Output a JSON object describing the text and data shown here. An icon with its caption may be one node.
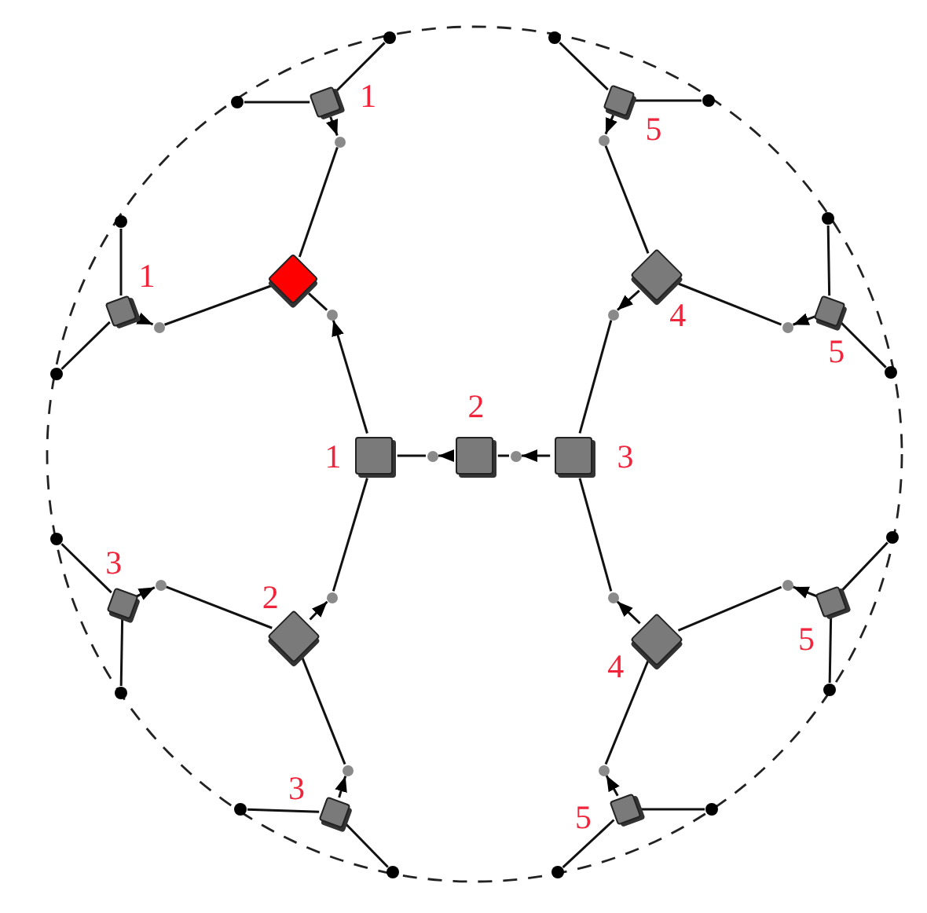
{
  "diagram": {
    "nodes": [
      {
        "text": [],
        "shape": "box",
        "beside": [
          "1"
        ]
      },
      {
        "text": [],
        "shape": "box",
        "beside": [
          "5"
        ]
      },
      {
        "text": [],
        "shape": "box",
        "beside": [
          "1"
        ]
      },
      {
        "text": [],
        "shape": "diamond"
      },
      {
        "text": [],
        "shape": "diamond",
        "beside": [
          "4"
        ]
      },
      {
        "text": [],
        "shape": "box",
        "beside": [
          "5"
        ]
      },
      {
        "text": [],
        "shape": "box",
        "beside": [
          "1"
        ]
      },
      {
        "text": [],
        "shape": "box",
        "beside": [
          "2"
        ]
      },
      {
        "text": [],
        "shape": "box",
        "beside": [
          "3"
        ]
      },
      {
        "text": [],
        "shape": "box",
        "beside": [
          "3"
        ]
      },
      {
        "text": [],
        "shape": "diamond",
        "beside": [
          "2"
        ]
      },
      {
        "text": [],
        "shape": "diamond",
        "beside": [
          "4"
        ]
      },
      {
        "text": [],
        "shape": "box",
        "beside": [
          "5"
        ]
      },
      {
        "text": [],
        "shape": "box",
        "beside": [
          "3"
        ]
      },
      {
        "text": [],
        "shape": "box",
        "beside": [
          "5"
        ]
      },
      {
        "text": [],
        "shape": "circle"
      },
      {
        "text": [],
        "shape": "circle"
      },
      {
        "text": [],
        "shape": "circle"
      },
      {
        "text": [],
        "shape": "circle"
      },
      {
        "text": [],
        "shape": "circle"
      },
      {
        "text": [],
        "shape": "circle"
      },
      {
        "text": [],
        "shape": "circle"
      },
      {
        "text": [],
        "shape": "circle"
      },
      {
        "text": [],
        "shape": "circle"
      },
      {
        "text": [],
        "shape": "circle"
      },
      {
        "text": [],
        "shape": "circle"
      },
      {
        "text": [],
        "shape": "circle"
      },
      {
        "text": [],
        "shape": "circle"
      },
      {
        "text": [],
        "shape": "circle"
      },
      {
        "text": [],
        "shape": "circle"
      },
      {
        "text": [],
        "shape": "circle"
      },
      {
        "text": [],
        "shape": "circle"
      },
      {
        "text": [],
        "shape": "circle"
      },
      {
        "text": [],
        "shape": "circle"
      },
      {
        "text": [],
        "shape": "circle"
      },
      {
        "text": [],
        "shape": "circle"
      },
      {
        "text": [],
        "shape": "circle"
      },
      {
        "text": [],
        "shape": "circle"
      },
      {
        "text": [],
        "shape": "circle"
      },
      {
        "text": [],
        "shape": "circle"
      },
      {
        "text": [],
        "shape": "circle"
      },
      {
        "text": [],
        "shape": "circle"
      },
      {
        "text": [],
        "shape": "circle"
      },
      {
        "text": [],
        "shape": "circle"
      },
      {
        "text": [],
        "shape": "circle"
      }
    ],
    "edges": [
      {
        "from": 8,
        "to": 38,
        "arrow": "to"
      },
      {
        "from": 38,
        "to": 7,
        "arrow": "none"
      },
      {
        "from": 7,
        "to": 37,
        "arrow": "to"
      },
      {
        "from": 37,
        "to": 6,
        "arrow": "none"
      },
      {
        "from": 6,
        "to": 33,
        "arrow": "to"
      },
      {
        "from": 33,
        "to": 3,
        "arrow": "none"
      },
      {
        "from": 0,
        "to": 31,
        "arrow": "to"
      },
      {
        "from": 31,
        "to": 3,
        "arrow": "none"
      },
      {
        "from": 2,
        "to": 35,
        "arrow": "to"
      },
      {
        "from": 35,
        "to": 3,
        "arrow": "none"
      },
      {
        "from": 4,
        "to": 34,
        "arrow": "to"
      },
      {
        "from": 34,
        "to": 8,
        "arrow": "none"
      },
      {
        "from": 1,
        "to": 32,
        "arrow": "to"
      },
      {
        "from": 32,
        "to": 4,
        "arrow": "none"
      },
      {
        "from": 5,
        "to": 36,
        "arrow": "to"
      },
      {
        "from": 36,
        "to": 4,
        "arrow": "none"
      },
      {
        "from": 10,
        "to": 41,
        "arrow": "to"
      },
      {
        "from": 41,
        "to": 6,
        "arrow": "none"
      },
      {
        "from": 9,
        "to": 39,
        "arrow": "to"
      },
      {
        "from": 39,
        "to": 10,
        "arrow": "none"
      },
      {
        "from": 13,
        "to": 43,
        "arrow": "to"
      },
      {
        "from": 43,
        "to": 10,
        "arrow": "none"
      },
      {
        "from": 11,
        "to": 42,
        "arrow": "to"
      },
      {
        "from": 42,
        "to": 8,
        "arrow": "none"
      },
      {
        "from": 12,
        "to": 40,
        "arrow": "to"
      },
      {
        "from": 40,
        "to": 11,
        "arrow": "none"
      },
      {
        "from": 14,
        "to": 44,
        "arrow": "to"
      },
      {
        "from": 44,
        "to": 11,
        "arrow": "none"
      },
      {
        "from": 0,
        "to": 15,
        "arrow": "none"
      },
      {
        "from": 0,
        "to": 17,
        "arrow": "none"
      },
      {
        "from": 1,
        "to": 16,
        "arrow": "none"
      },
      {
        "from": 1,
        "to": 18,
        "arrow": "none"
      },
      {
        "from": 2,
        "to": 19,
        "arrow": "none"
      },
      {
        "from": 2,
        "to": 21,
        "arrow": "none"
      },
      {
        "from": 5,
        "to": 20,
        "arrow": "none"
      },
      {
        "from": 5,
        "to": 22,
        "arrow": "none"
      },
      {
        "from": 9,
        "to": 23,
        "arrow": "none"
      },
      {
        "from": 9,
        "to": 25,
        "arrow": "none"
      },
      {
        "from": 12,
        "to": 24,
        "arrow": "none"
      },
      {
        "from": 12,
        "to": 26,
        "arrow": "none"
      },
      {
        "from": 13,
        "to": 27,
        "arrow": "none"
      },
      {
        "from": 13,
        "to": 29,
        "arrow": "none"
      },
      {
        "from": 14,
        "to": 28,
        "arrow": "none"
      },
      {
        "from": 14,
        "to": 30,
        "arrow": "none"
      }
    ]
  }
}
